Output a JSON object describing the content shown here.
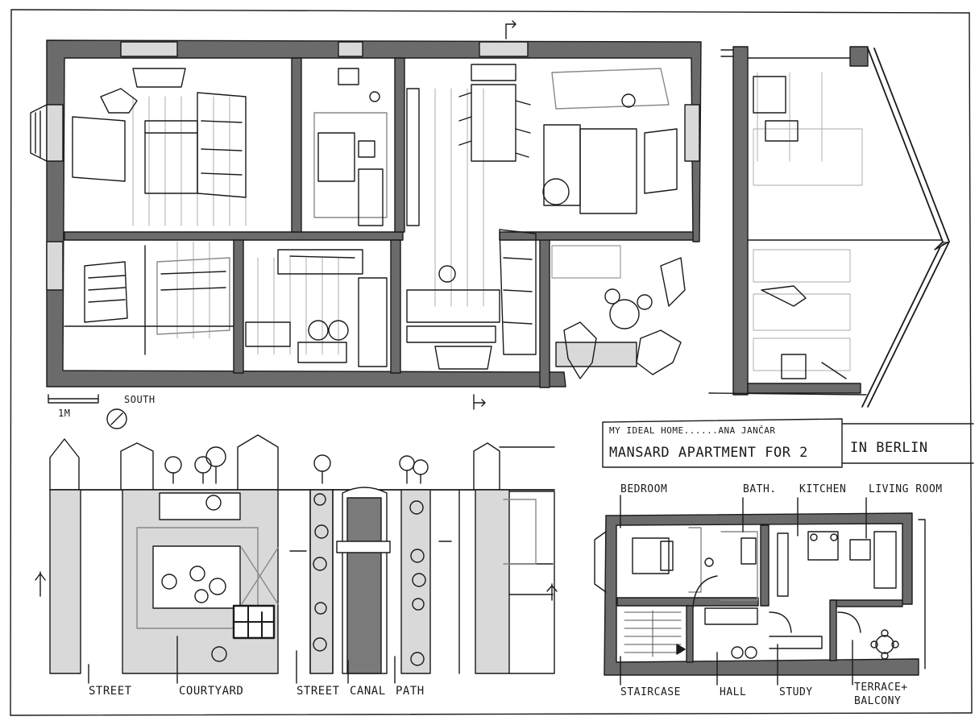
{
  "title_block": {
    "author_line": "MY IDEAL HOME......ANA JANČAR",
    "project_line": "MANSARD APARTMENT FOR 2",
    "location_line": "IN BERLIN"
  },
  "scale": {
    "label": "1M",
    "orientation_label": "SOUTH"
  },
  "plan_labels": {
    "bedroom": "BEDROOM",
    "bath": "BATH.",
    "kitchen": "KITCHEN",
    "living_room": "LIVING ROOM",
    "staircase": "STAIRCASE",
    "hall": "HALL",
    "study": "STUDY",
    "terrace_line1": "TERRACE+",
    "terrace_line2": "BALCONY"
  },
  "site_labels": {
    "street_left": "STREET",
    "courtyard": "COURTYARD",
    "street_right": "STREET",
    "canal": "CANAL",
    "path": "PATH"
  },
  "colors": {
    "ink": "#1a1a1a",
    "wall": "#6b6b6b",
    "light_fill": "#d9d9d9",
    "mid_fill": "#bdbdbd",
    "canal_fill": "#7a7a7a",
    "paper": "#ffffff"
  }
}
